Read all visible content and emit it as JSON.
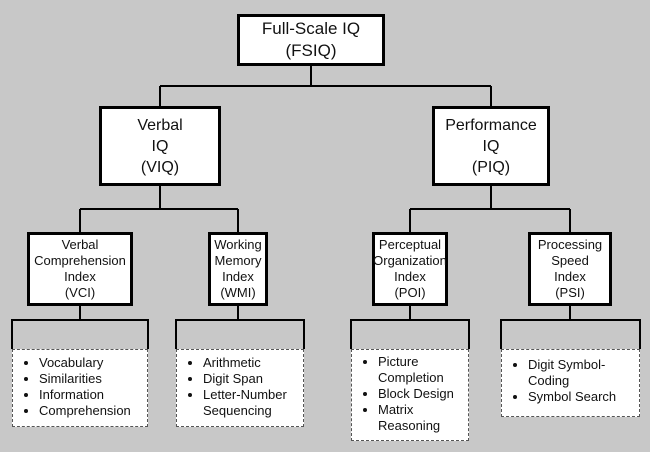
{
  "colors": {
    "background": "#c8c8c8",
    "box_fill": "#ffffff",
    "line": "#000000"
  },
  "root": {
    "lines": [
      "Full-Scale IQ",
      "(FSIQ)"
    ]
  },
  "verbal": {
    "lines": [
      "Verbal",
      "IQ",
      "(VIQ)"
    ]
  },
  "performance": {
    "lines": [
      "Performance",
      "IQ",
      "(PIQ)"
    ]
  },
  "vci": {
    "lines": [
      "Verbal",
      "Comprehension",
      "Index",
      "(VCI)"
    ],
    "subtests": [
      [
        "Vocabulary"
      ],
      [
        "Similarities"
      ],
      [
        "Information"
      ],
      [
        "Comprehension"
      ]
    ]
  },
  "wmi": {
    "lines": [
      "Working",
      "Memory",
      "Index",
      "(WMI)"
    ],
    "subtests": [
      [
        "Arithmetic"
      ],
      [
        "Digit Span"
      ],
      [
        "Letter-Number",
        "Sequencing"
      ]
    ]
  },
  "poi": {
    "lines": [
      "Perceptual",
      "Organization",
      "Index",
      "(POI)"
    ],
    "subtests": [
      [
        "Picture",
        "Completion"
      ],
      [
        "Block Design"
      ],
      [
        "Matrix",
        "Reasoning"
      ]
    ]
  },
  "psi": {
    "lines": [
      "Processing",
      "Speed",
      "Index",
      "(PSI)"
    ],
    "subtests": [
      [
        "Digit Symbol-",
        "Coding"
      ],
      [
        "Symbol Search"
      ]
    ]
  }
}
